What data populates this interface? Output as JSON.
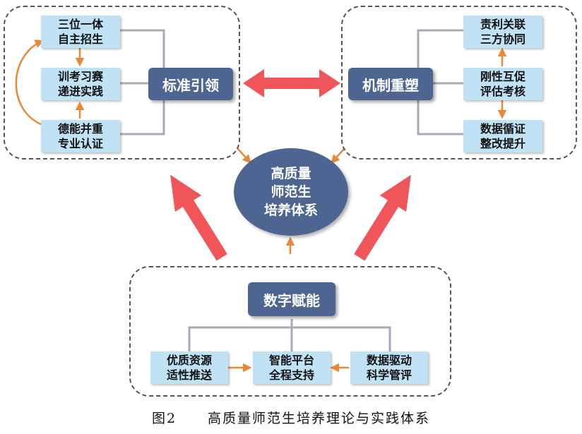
{
  "center": {
    "label": "高质量\n师范生\n培养体系"
  },
  "left_group": {
    "hub": "标准引领",
    "items": [
      "三位一体\n自主招生",
      "训考习赛\n递进实践",
      "德能并重\n专业认证"
    ]
  },
  "right_group": {
    "hub": "机制重塑",
    "items": [
      "责利关联\n三方协同",
      "刚性互促\n评估考核",
      "数据循证\n整改提升"
    ]
  },
  "bottom_group": {
    "hub": "数字赋能",
    "items": [
      "优质资源\n适性推送",
      "智能平台\n全程支持",
      "数据驱动\n科学管评"
    ]
  },
  "caption": {
    "figure_no": "图2",
    "title": "高质量师范生培养理论与实践体系"
  },
  "colors": {
    "light_box": "#bfe3f5",
    "dark_box": "#4d6590",
    "orange_arrow": "#e8893a",
    "red_arrow": "#f0555a",
    "connector": "#a7adb8"
  }
}
